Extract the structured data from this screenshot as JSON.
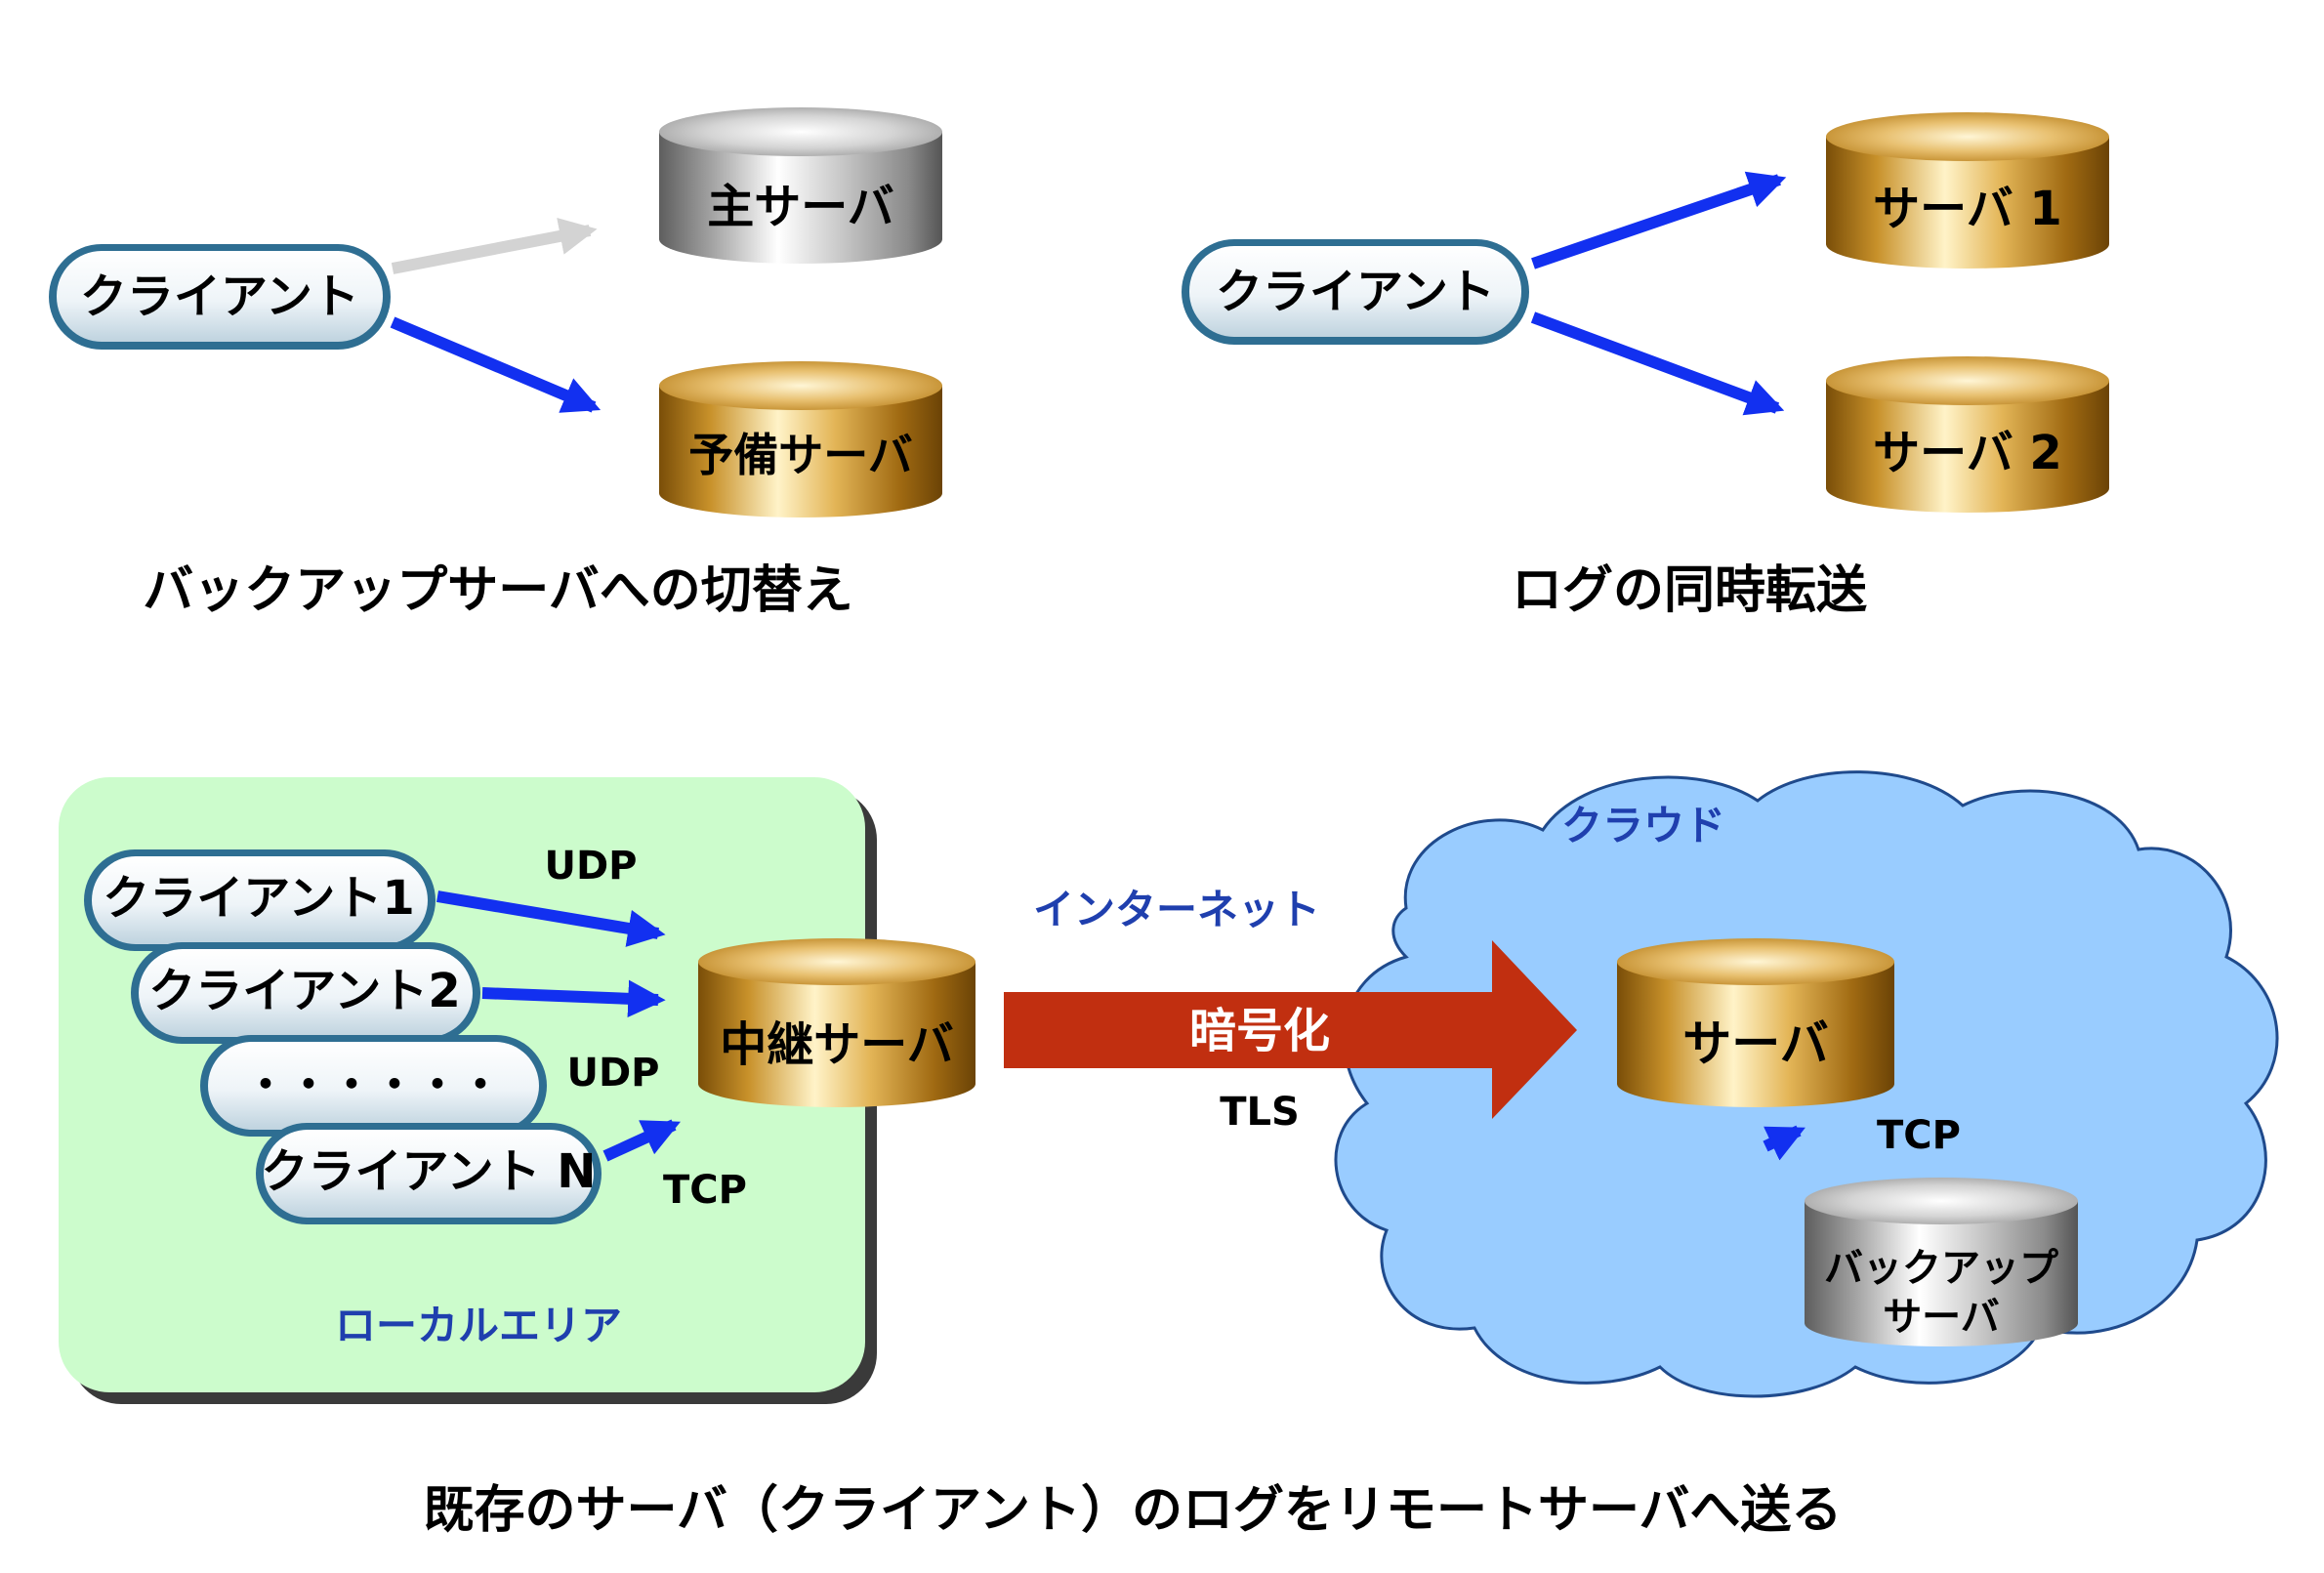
{
  "top_left": {
    "client": "クライアント",
    "primary_server": "主サーバ",
    "standby_server": "予備サーバ",
    "caption": "バックアップサーバへの切替え"
  },
  "top_right": {
    "client": "クライアント",
    "server1": "サーバ 1",
    "server2": "サーバ 2",
    "caption": "ログの同時転送"
  },
  "bottom": {
    "local_area": {
      "label": "ローカルエリア",
      "client1": "クライアント1",
      "client2": "クライアント2",
      "ellipsis": "・・・・・・",
      "clientN": "クライアント N",
      "proto_udp_top": "UDP",
      "proto_udp_mid": "UDP",
      "proto_tcp": "TCP",
      "relay_server": "中継サーバ"
    },
    "internet_label": "インターネット",
    "encrypt_label": "暗号化",
    "tls_label": "TLS",
    "cloud": {
      "label": "クラウド",
      "server": "サーバ",
      "tcp_label": "TCP",
      "backup_line1": "バックアップ",
      "backup_line2": "サーバ"
    },
    "caption": "既存のサーバ（クライアント）のログをリモートサーバへ送る"
  },
  "colors": {
    "arrow_blue": "#1230f0",
    "arrow_gray": "#d3d3d3",
    "encrypt_arrow": "#c12f10",
    "label_blue": "#1f3fae",
    "local_area_bg": "#ccfccc",
    "cloud_bg": "#99ccff",
    "gold": "#c8962a",
    "silver": "#b8b8b8"
  }
}
